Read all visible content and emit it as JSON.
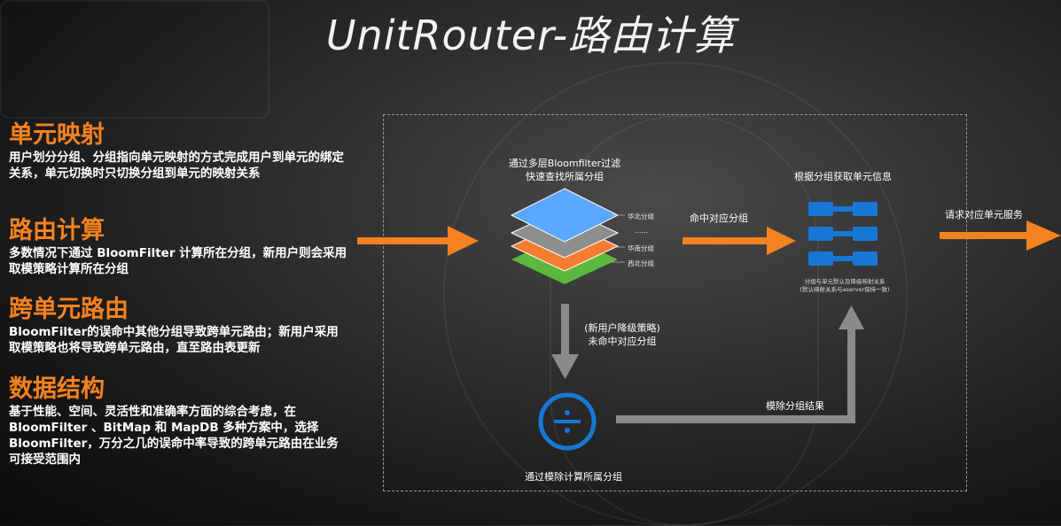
{
  "title": "UnitRouter-路由计算",
  "sections": [
    {
      "heading": "单元映射",
      "text": "用户划分分组、分组指向单元映射的方式完成用户到单元的绑定关系，单元切换时只切换分组到单元的映射关系"
    },
    {
      "heading": "路由计算",
      "text": "多数情况下通过 BloomFilter 计算所在分组，新用户则会采用取模策略计算所在分组"
    },
    {
      "heading": "跨单元路由",
      "text": "BloomFilter的误命中其他分组导致跨单元路由；新用户采用取模策略也将导致跨单元路由，直至路由表更新"
    },
    {
      "heading": "数据结构",
      "text": "基于性能、空间、灵活性和准确率方面的综合考虑，在BloomFilter 、BitMap 和 MapDB 多种方案中，选择BloomFilter，万分之几的误命中率导致的跨单元路由在业务可接受范围内"
    }
  ],
  "diagram": {
    "bloom_label_line1": "通过多层Bloomfilter过滤",
    "bloom_label_line2": "快速查找所属分组",
    "layers": [
      "华北分组",
      "……",
      "华南分组",
      "西北分组"
    ],
    "hit_label": "命中对应分组",
    "unit_info_label": "根据分组获取单元信息",
    "mapping_note_line1": "分组与单元默认及降级映射关系",
    "mapping_note_line2": "(默认映射关系与aserver保持一致)",
    "request_label": "请求对应单元服务",
    "miss_label_line1": "(新用户降级策略)",
    "miss_label_line2": "未命中对应分组",
    "modulo_label": "通过模除计算所属分组",
    "modulo_result_label": "模除分组结果",
    "divide_symbol": "÷"
  },
  "colors": {
    "accent": "#f58220",
    "layer_blue": "#5aa7ff",
    "layer_gray": "#8e8e8e",
    "layer_orange": "#f47c30",
    "layer_green": "#5cb83c",
    "unit_blue": "#1677d6",
    "arrow_gray": "#8a8a8a"
  }
}
